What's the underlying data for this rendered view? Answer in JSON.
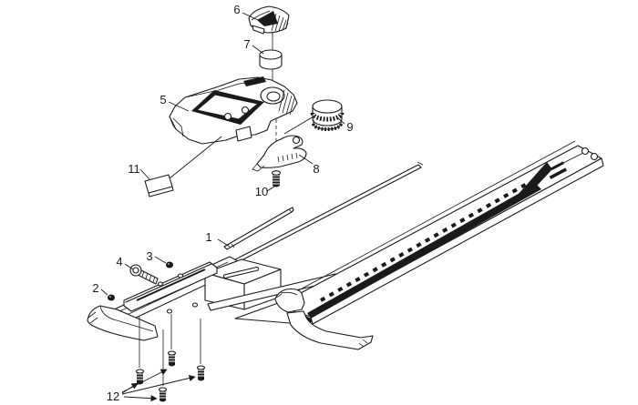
{
  "figure": {
    "kind": "exploded-parts-diagram",
    "subject": "digital caliper assembly",
    "background_color": "#ffffff",
    "line_color": "#1a1a1a"
  },
  "callouts": [
    {
      "number": "1"
    },
    {
      "number": "2"
    },
    {
      "number": "3"
    },
    {
      "number": "4"
    },
    {
      "number": "5"
    },
    {
      "number": "6"
    },
    {
      "number": "7"
    },
    {
      "number": "8"
    },
    {
      "number": "9"
    },
    {
      "number": "10"
    },
    {
      "number": "11"
    },
    {
      "number": "12"
    }
  ]
}
